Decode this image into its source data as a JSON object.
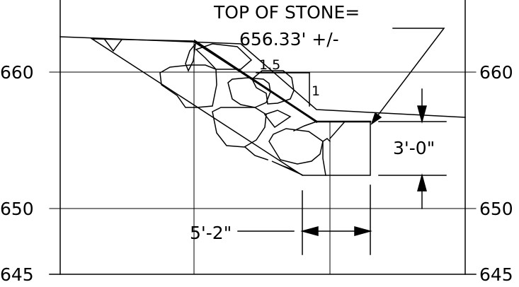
{
  "annotations": {
    "top_of_stone_line1": "TOP OF STONE=",
    "top_of_stone_line2": "656.33' +/-",
    "slope_horizontal": "1.5",
    "slope_vertical": "1",
    "thickness_dim": "3'-0\"",
    "width_dim": "5'-2\""
  },
  "elevation_labels": {
    "left": [
      "660",
      "650",
      "645"
    ],
    "right": [
      "660",
      "650",
      "645"
    ]
  }
}
